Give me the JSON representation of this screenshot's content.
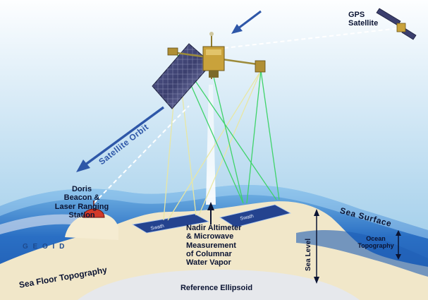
{
  "labels": {
    "gps_satellite": [
      "GPS",
      "Satellite"
    ],
    "satellite_orbit": "Satellite Orbit",
    "doris_station": [
      "Doris",
      "Beacon &",
      "Laser Ranging",
      "Station"
    ],
    "swath_left": "Swath",
    "swath_right": "Swath",
    "nadir_note": [
      "Nadir Altimeter",
      "& Microwave",
      "Measurement",
      "of Columnar",
      "Water Vapor"
    ],
    "sea_surface": "Sea Surface",
    "ocean_topography": [
      "Ocean",
      "Topography"
    ],
    "sea_level": "Sea Level",
    "geoid": "G E O I D",
    "sea_floor_topography": "Sea Floor Topography",
    "reference_ellipsoid": "Reference Ellipsoid"
  },
  "colors": {
    "sky_top": "#fdfeff",
    "sky_bottom": "#8ec4e6",
    "sea_light": "#79b9e6",
    "sea_mid": "#2a6fc4",
    "sea_deep": "#1d57ad",
    "geoid_band": "#b9cde8",
    "sea_floor": "#f1e7c9",
    "ellipsoid": "#e6e8ec",
    "orbit_arrow": "#2e57a8",
    "laser_green": "#3fd36a",
    "laser_yellow": "#e8e7a4",
    "solar_panel": "#3b3f6e",
    "beacon": "#d23a2a",
    "label_dark": "#0b1433"
  }
}
